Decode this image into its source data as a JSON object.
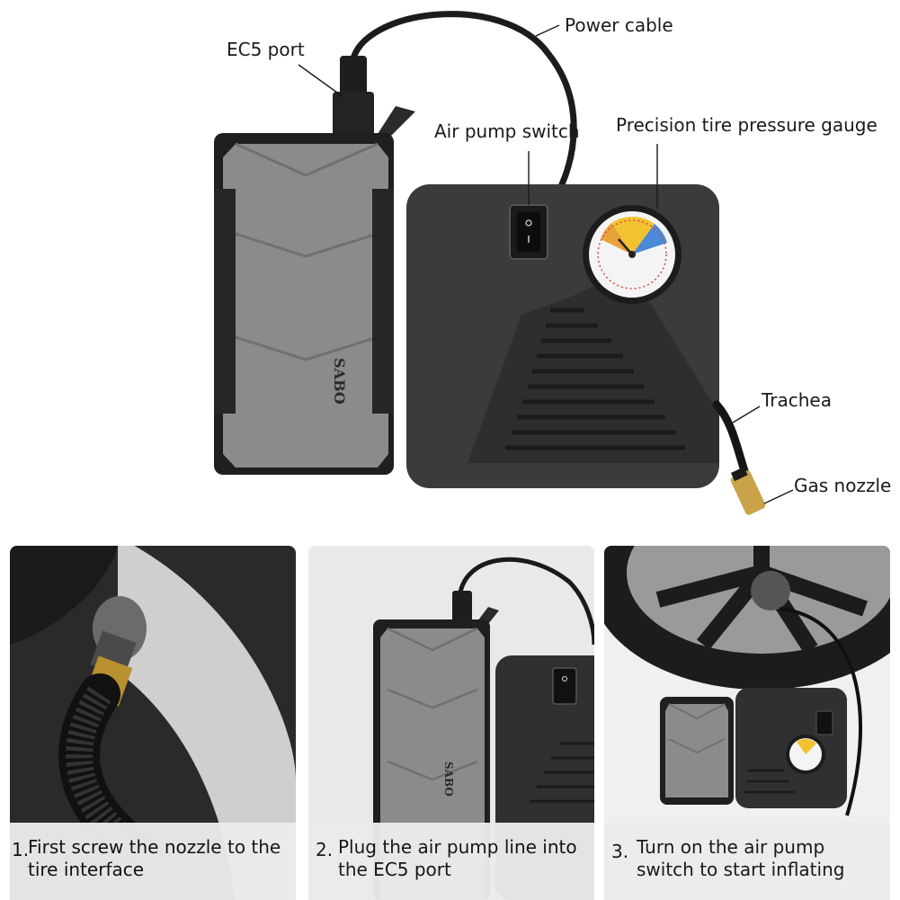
{
  "callouts": {
    "ec5_port": "EC5 port",
    "power_cable": "Power cable",
    "air_pump_switch": "Air pump switch",
    "gauge": "Precision tire pressure gauge",
    "trachea": "Trachea",
    "gas_nozzle": "Gas nozzle"
  },
  "brand": "SABO",
  "steps": [
    {
      "num": "1.",
      "line1": "First screw the nozzle to the",
      "line2": "tire interface"
    },
    {
      "num": "2.",
      "line1": "Plug the air pump line into",
      "line2": "the EC5 port"
    },
    {
      "num": "3.",
      "line1": "Turn on the air pump",
      "line2": "switch to start inflating"
    }
  ],
  "colors": {
    "power_bank_gray": "#8a8b8d",
    "pump_body": "#3a3b3d",
    "nozzle_brass": "#c9a24a"
  }
}
